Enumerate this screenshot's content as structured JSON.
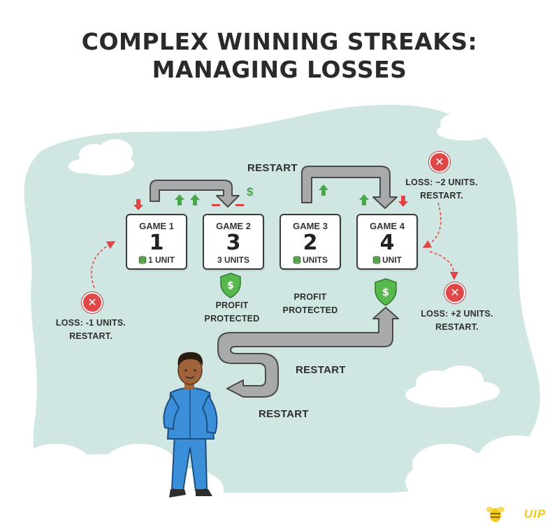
{
  "title": {
    "line1": "COMPLEX WINNING STREAKS:",
    "line2": "MANAGING LOSSES"
  },
  "games": [
    {
      "name": "GAME 1",
      "number": "1",
      "unit": "1 UNIT",
      "has_coin": true
    },
    {
      "name": "GAME 2",
      "number": "3",
      "unit": "3 UNITS",
      "has_coin": false
    },
    {
      "name": "GAME 3",
      "number": "2",
      "unit": "UNITS",
      "has_coin": true
    },
    {
      "name": "GAME 4",
      "number": "4",
      "unit": "UNIT",
      "has_coin": true
    }
  ],
  "labels": {
    "restart_top": "RESTART",
    "restart_middle": "RESTART",
    "restart_bottom": "RESTART",
    "profit_protected_1": [
      "PROFIT",
      "PROTECTED"
    ],
    "profit_protected_2": [
      "PROFIT",
      "PROTECTED"
    ],
    "loss_left": [
      "LOSS: -1 UNITS.",
      "RESTART."
    ],
    "loss_top_right": [
      "LOSS: −2 UNITS.",
      "RESTART."
    ],
    "loss_right": [
      "LOSS: +2 UNITS.",
      "RESTART."
    ],
    "dollar_sign": "$"
  },
  "brand": {
    "text": "UIP"
  },
  "icons": {
    "loss_badge": "x-circle-icon",
    "shield": "shield-dollar-icon",
    "coin": "coin-stack-icon",
    "arrow_up": "arrow-up-icon",
    "arrow_down": "arrow-down-icon",
    "brand_logo": "bee-logo-icon"
  },
  "colors": {
    "background_blob": "#cfe6e3",
    "arrow_grey": "#a7a9ab",
    "arrow_outline": "#4a4a4a",
    "up_green": "#4aa84a",
    "down_red": "#e04545",
    "shield_green": "#57b84e",
    "loss_red": "#e04848",
    "jacket_blue": "#3a8fd8",
    "brand_yellow": "#f2c81a"
  }
}
